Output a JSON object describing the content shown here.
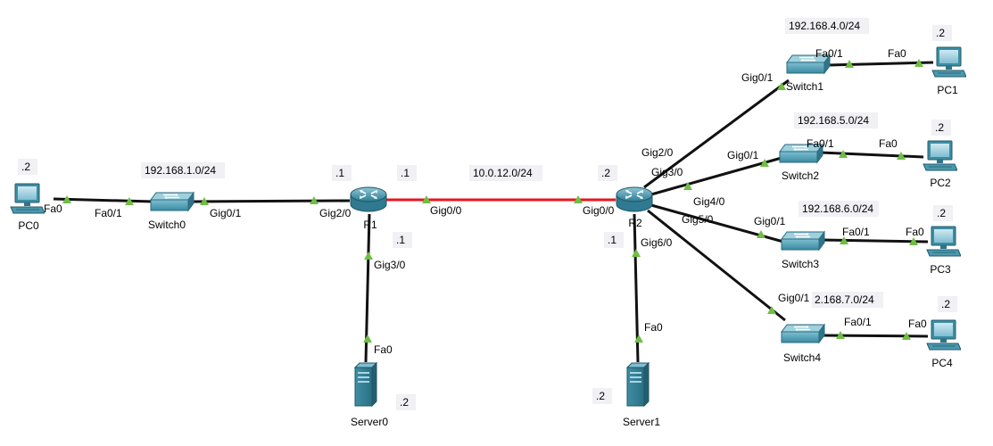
{
  "colors": {
    "link": "#111111",
    "wan_link": "#e8161d",
    "port_indicator": "#6ebe44",
    "label_bg": "#f0f0f5",
    "device_teal": "#3c8ea3"
  },
  "devices": [
    {
      "id": "PC0",
      "label": "PC0",
      "icon": "pc-icon"
    },
    {
      "id": "Switch0",
      "label": "Switch0",
      "icon": "switch-icon"
    },
    {
      "id": "R1",
      "label": "R1",
      "icon": "router-icon"
    },
    {
      "id": "Server0",
      "label": "Server0",
      "icon": "server-icon"
    },
    {
      "id": "R2",
      "label": "R2",
      "icon": "router-icon"
    },
    {
      "id": "Server1",
      "label": "Server1",
      "icon": "server-icon"
    },
    {
      "id": "Switch1",
      "label": "Switch1",
      "icon": "switch-icon"
    },
    {
      "id": "Switch2",
      "label": "Switch2",
      "icon": "switch-icon"
    },
    {
      "id": "Switch3",
      "label": "Switch3",
      "icon": "switch-icon"
    },
    {
      "id": "Switch4",
      "label": "Switch4",
      "icon": "switch-icon"
    },
    {
      "id": "PC1",
      "label": "PC1",
      "icon": "pc-icon"
    },
    {
      "id": "PC2",
      "label": "PC2",
      "icon": "pc-icon"
    },
    {
      "id": "PC3",
      "label": "PC3",
      "icon": "pc-icon"
    },
    {
      "id": "PC4",
      "label": "PC4",
      "icon": "pc-icon"
    }
  ],
  "links": [
    {
      "from": "PC0",
      "to": "Switch0",
      "type": "ethernet"
    },
    {
      "from": "Switch0",
      "to": "R1",
      "type": "ethernet"
    },
    {
      "from": "R1",
      "to": "R2",
      "type": "wan"
    },
    {
      "from": "R1",
      "to": "Server0",
      "type": "ethernet"
    },
    {
      "from": "R2",
      "to": "Server1",
      "type": "ethernet"
    },
    {
      "from": "R2",
      "to": "Switch1",
      "type": "ethernet"
    },
    {
      "from": "R2",
      "to": "Switch2",
      "type": "ethernet"
    },
    {
      "from": "R2",
      "to": "Switch3",
      "type": "ethernet"
    },
    {
      "from": "R2",
      "to": "Switch4",
      "type": "ethernet"
    },
    {
      "from": "Switch1",
      "to": "PC1",
      "type": "ethernet"
    },
    {
      "from": "Switch2",
      "to": "PC2",
      "type": "ethernet"
    },
    {
      "from": "Switch3",
      "to": "PC3",
      "type": "ethernet"
    },
    {
      "from": "Switch4",
      "to": "PC4",
      "type": "ethernet"
    }
  ],
  "texts": {
    "pc0_host": ".2",
    "pc0_fa0": "Fa0",
    "sw0_fa01": "Fa0/1",
    "sw0_gig01": "Gig0/1",
    "net1": "192.168.1.0/24",
    "r1_dot1": ".1",
    "r1_gig20": "Gig2/0",
    "r1_wan_dot1": ".1",
    "r1_gig00": "Gig0/0",
    "net_wan": "10.0.12.0/24",
    "r2_wan_dot2": ".2",
    "r2_gig00": "Gig0/0",
    "r1_srv_dot1": ".1",
    "r1_gig30": "Gig3/0",
    "srv0_fa0": "Fa0",
    "srv0_host": ".2",
    "r2_srv_dot1": ".1",
    "r2_gig60": "Gig6/0",
    "srv1_fa0": "Fa0",
    "srv1_host": ".2",
    "r2_gig20": "Gig2/0",
    "r2_gig30": "Gig3/0",
    "r2_gig40": "Gig4/0",
    "r2_gig50": "Gig5/0",
    "net4": "192.168.4.0/24",
    "sw1_gig01": "Gig0/1",
    "sw1_fa01": "Fa0/1",
    "pc1_fa0": "Fa0",
    "pc1_host": ".2",
    "net5": "192.168.5.0/24",
    "sw2_gig01": "Gig0/1",
    "sw2_fa01": "Fa0/1",
    "pc2_fa0": "Fa0",
    "pc2_host": ".2",
    "net6": "192.168.6.0/24",
    "sw3_gig01": "Gig0/1",
    "sw3_fa01": "Fa0/1",
    "pc3_fa0": "Fa0",
    "pc3_host": ".2",
    "net7": "2.168.7.0/24",
    "sw4_gig01": "Gig0/1",
    "sw4_fa01": "Fa0/1",
    "pc4_fa0": "Fa0",
    "pc4_host": ".2"
  }
}
